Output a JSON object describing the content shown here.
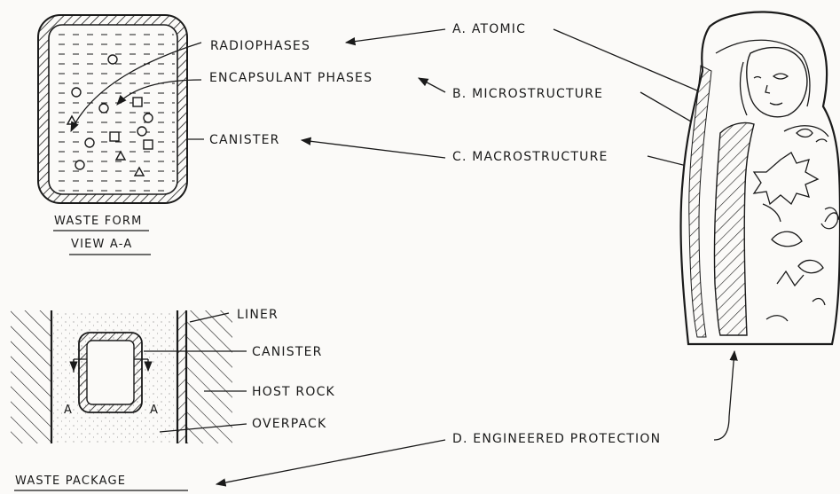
{
  "waste_form": {
    "labels": {
      "radiophases": "RADIOPHASES",
      "encapsulant": "ENCAPSULANT PHASES",
      "canister": "CANISTER"
    },
    "caption_1": "WASTE FORM",
    "caption_2": "VIEW A-A"
  },
  "waste_package": {
    "labels": {
      "liner": "LINER",
      "canister": "CANISTER",
      "host_rock": "HOST ROCK",
      "overpack": "OVERPACK"
    },
    "section_mark_left": "A",
    "section_mark_right": "A",
    "caption": "WASTE PACKAGE"
  },
  "levels": {
    "a": "A. ATOMIC",
    "b": "B. MICROSTRUCTURE",
    "c": "C. MACROSTRUCTURE",
    "d": "D. ENGINEERED PROTECTION"
  }
}
